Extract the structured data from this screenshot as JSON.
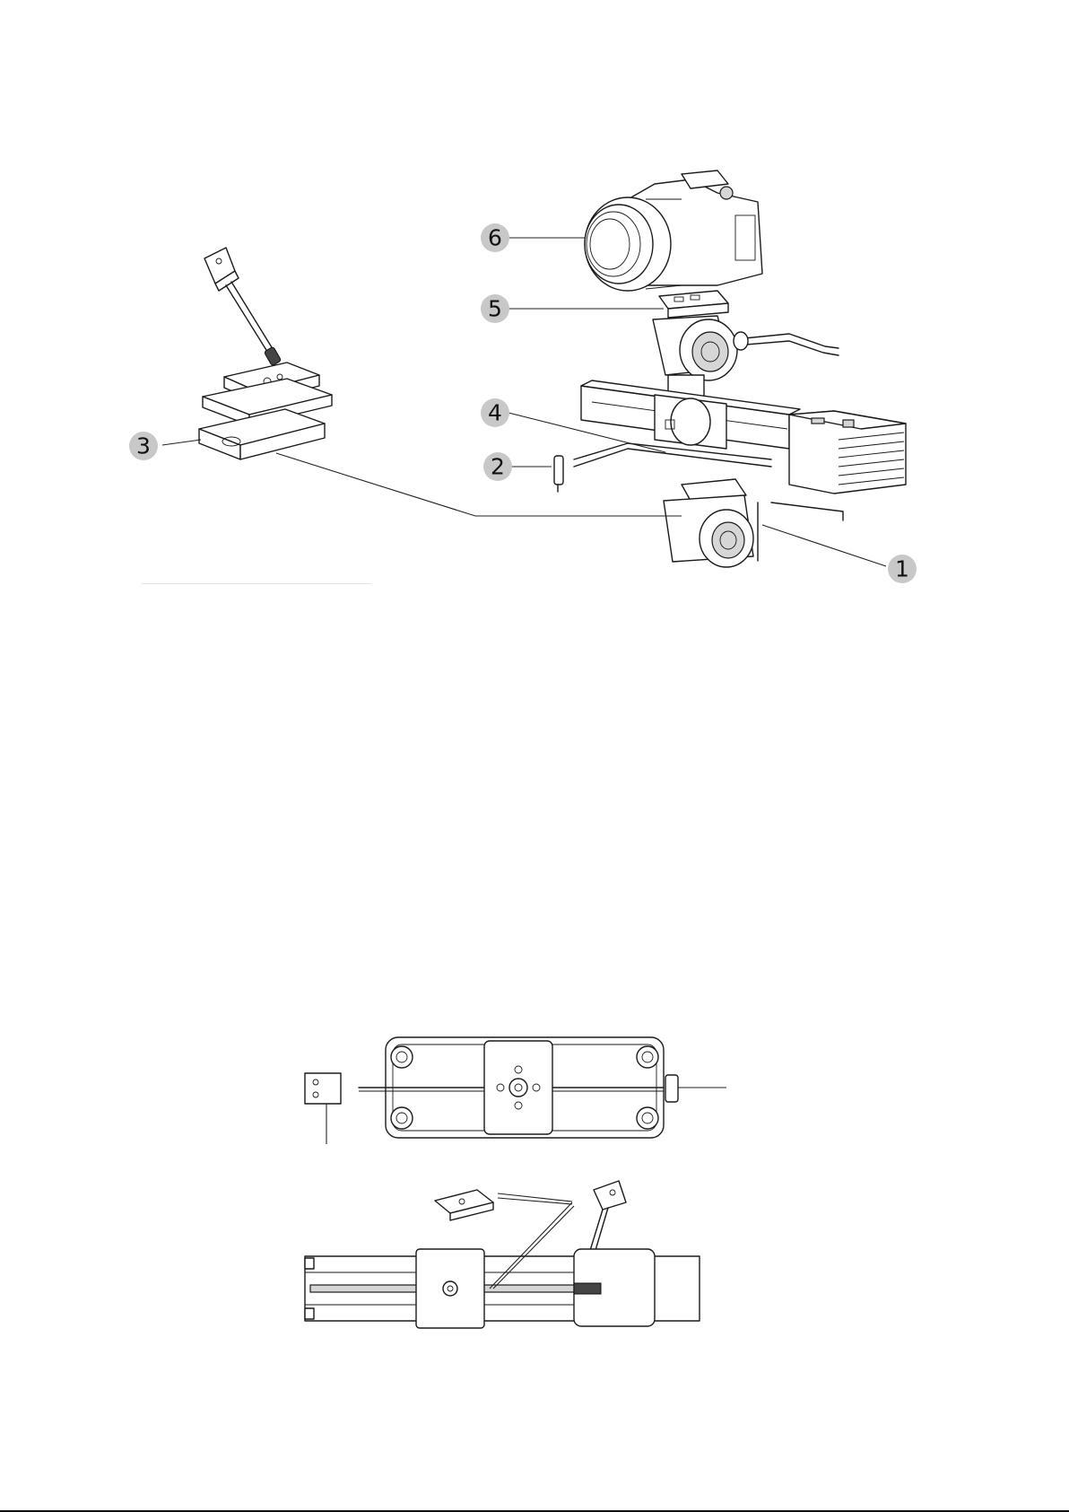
{
  "callouts": [
    {
      "label": "1",
      "part": "base-head"
    },
    {
      "label": "2",
      "part": "crank-handle"
    },
    {
      "label": "3",
      "part": "quick-release-plate-assembly"
    },
    {
      "label": "4",
      "part": "slider-rail"
    },
    {
      "label": "5",
      "part": "camera-plate"
    },
    {
      "label": "6",
      "part": "camera"
    }
  ],
  "colors": {
    "line": "#1a1a1a",
    "callout_fill": "#c8c8c8",
    "background": "#ffffff"
  }
}
